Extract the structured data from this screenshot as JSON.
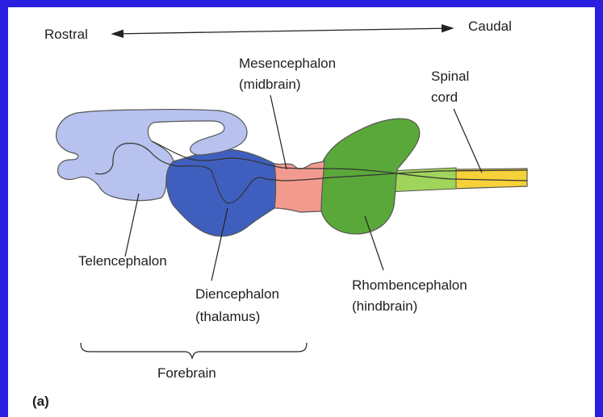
{
  "axis": {
    "left": "Rostral",
    "right": "Caudal"
  },
  "labels": {
    "mesencephalon": "Mesencephalon",
    "mesencephalon_sub": "(midbrain)",
    "spinal": "Spinal",
    "spinal_sub": "cord",
    "telencephalon": "Telencephalon",
    "diencephalon": "Diencephalon",
    "diencephalon_sub": "(thalamus)",
    "rhombencephalon": "Rhombencephalon",
    "rhombencephalon_sub": "(hindbrain)",
    "forebrain": "Forebrain",
    "panel": "(a)"
  },
  "colors": {
    "border": "#2a1fe0",
    "telencephalon": "#b8c2ef",
    "diencephalon": "#3f5fbf",
    "mesencephalon": "#f39a8e",
    "rhombencephalon": "#5aa83a",
    "rhombencephalon_tail": "#9fd55a",
    "spinal_cord": "#f7d13a"
  }
}
